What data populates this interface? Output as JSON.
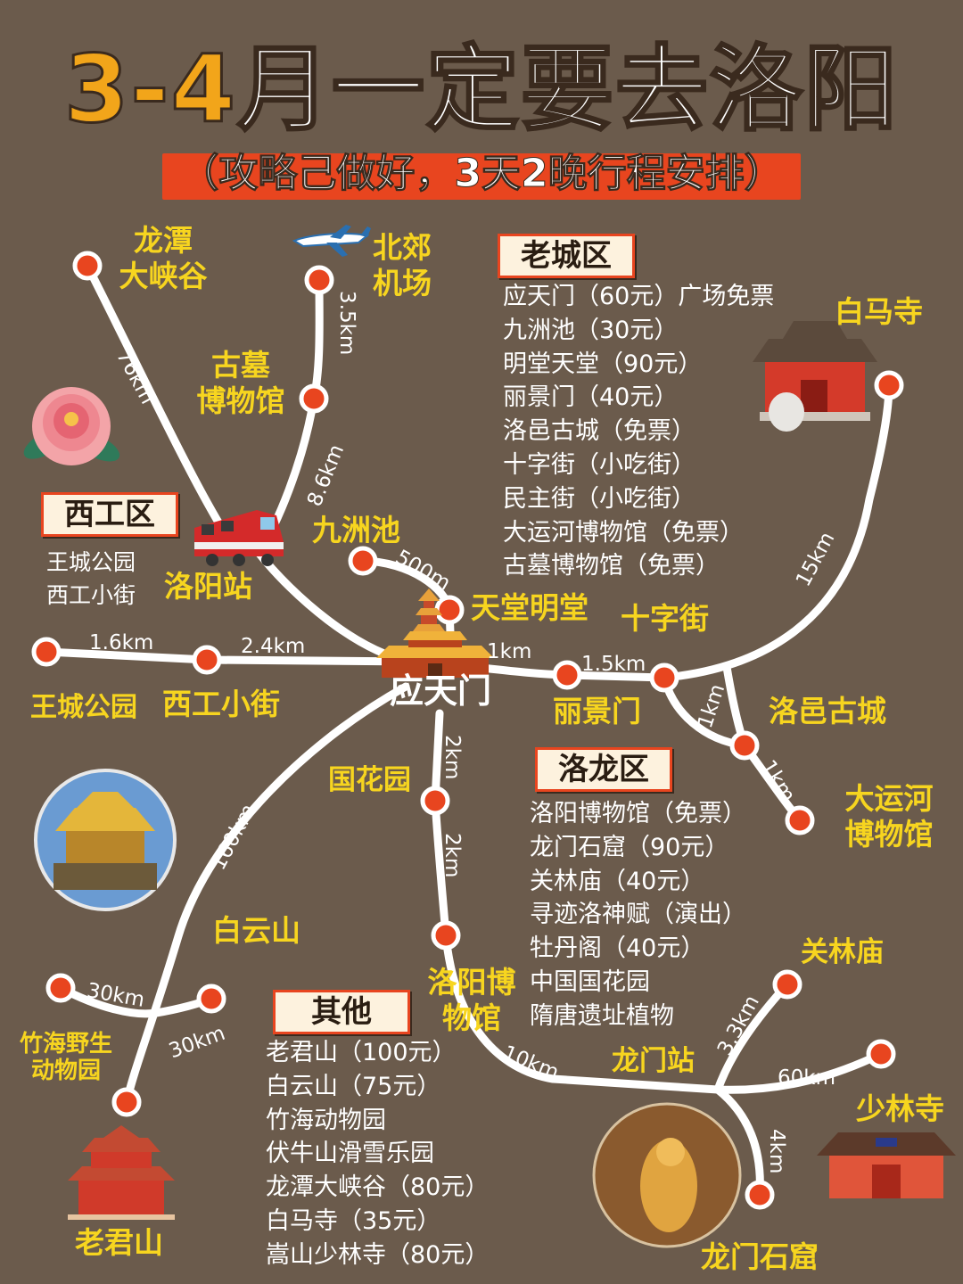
{
  "title": {
    "number": "3-4",
    "rest": "月一定要去洛阳"
  },
  "subtitle": "（攻略己做好，3天2晚行程安排）",
  "colors": {
    "background": "#6b5b4c",
    "route_line": "#ffffff",
    "stop_dot": "#e8451f",
    "label_yellow": "#f7d51f",
    "title_orange": "#f2a51a",
    "accent_red": "#e8451f"
  },
  "stops": {
    "longtan": "龙潭\n大峡谷",
    "beijiao": "北郊\n机场",
    "gumu": "古墓\n博物馆",
    "luoyang_station": "洛阳站",
    "jiuzhouchi": "九洲池",
    "tiantang": "天堂明堂",
    "yingtianmen": "应天门",
    "wangcheng": "王城公园",
    "xigong_street": "西工小街",
    "lijingmen": "丽景门",
    "shizijie": "十字街",
    "luoyi": "洛邑古城",
    "grand_canal": "大运河\n博物馆",
    "baimasi": "白马寺",
    "guohuayuan": "国花园",
    "luoyang_museum": "洛阳博\n物馆",
    "baiyunshan": "白云山",
    "zhuhai": "竹海野生\n动物园",
    "laojunshan": "老君山",
    "guanlin": "关林庙",
    "longmen_station": "龙门站",
    "shaolin": "少林寺",
    "longmen_grottoes": "龙门石窟"
  },
  "distances": {
    "longtan_to_station": "76km",
    "airport_to_gumu": "3.5km",
    "gumu_to_station": "8.6km",
    "jiuzhou_to_tiantang": "500m",
    "wangcheng_to_xigong": "1.6km",
    "xigong_to_yingtian": "2.4km",
    "yingtian_to_lijing": "1km",
    "lijing_to_shizi": "1.5km",
    "shizi_to_baima": "15km",
    "shizi_to_luoyi": "1km",
    "luoyi_to_canal": "1km",
    "yingtian_to_guohua": "2km",
    "guohua_to_museum": "2km",
    "museum_to_longmen_station": "10km",
    "yingtian_to_baiyun": "160km",
    "zhuhai_a": "30km",
    "zhuhai_b": "30km",
    "longmen_station_to_guanlin": "3.3km",
    "longmen_station_to_shaolin": "60km",
    "longmen_station_to_grottoes": "4km"
  },
  "districts": {
    "laocheng": {
      "name": "老城区",
      "items": [
        "应天门（60元）广场免票",
        "九洲池（30元）",
        "明堂天堂（90元）",
        "丽景门（40元）",
        "洛邑古城（免票）",
        "十字街（小吃街）",
        "民主街（小吃街）",
        "大运河博物馆（免票）",
        "古墓博物馆（免票）"
      ]
    },
    "xigong": {
      "name": "西工区",
      "items": [
        "王城公园",
        "西工小街"
      ]
    },
    "luolong": {
      "name": "洛龙区",
      "items": [
        "洛阳博物馆（免票）",
        "龙门石窟（90元）",
        "关林庙（40元）",
        "寻迹洛神赋（演出）",
        "牡丹阁（40元）",
        "中国国花园",
        "隋唐遗址植物"
      ]
    },
    "other": {
      "name": "其他",
      "items": [
        "老君山（100元）",
        "白云山（75元）",
        "竹海动物园",
        "伏牛山滑雪乐园",
        "龙潭大峡谷（80元）",
        "白马寺（35元）",
        "嵩山少林寺（80元）"
      ]
    }
  }
}
